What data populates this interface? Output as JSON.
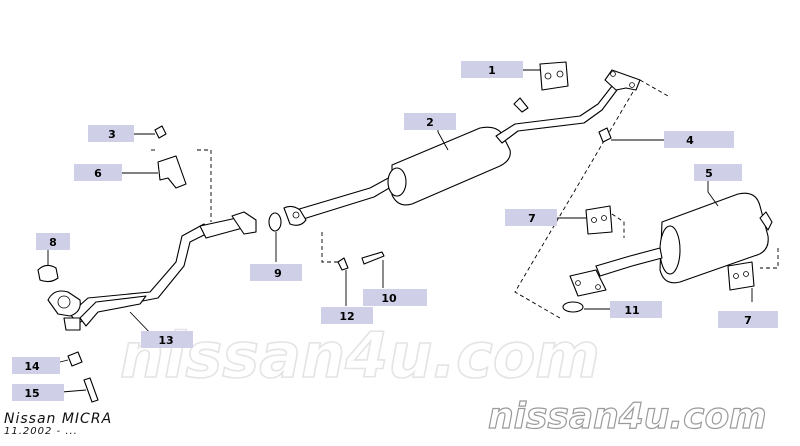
{
  "watermark": {
    "center": "nissan4u.com",
    "bottom_right": "nissan4u.com"
  },
  "caption": {
    "model": "Nissan MICRA",
    "date": "11.2002 - ..."
  },
  "callouts": [
    "1",
    "2",
    "3",
    "4",
    "5",
    "6",
    "7",
    "7",
    "8",
    "9",
    "10",
    "11",
    "12",
    "13",
    "14",
    "15"
  ],
  "colors": {
    "callout_fill": "#cfcfe8",
    "line": "#000000",
    "watermark": "#e4e4e4"
  }
}
